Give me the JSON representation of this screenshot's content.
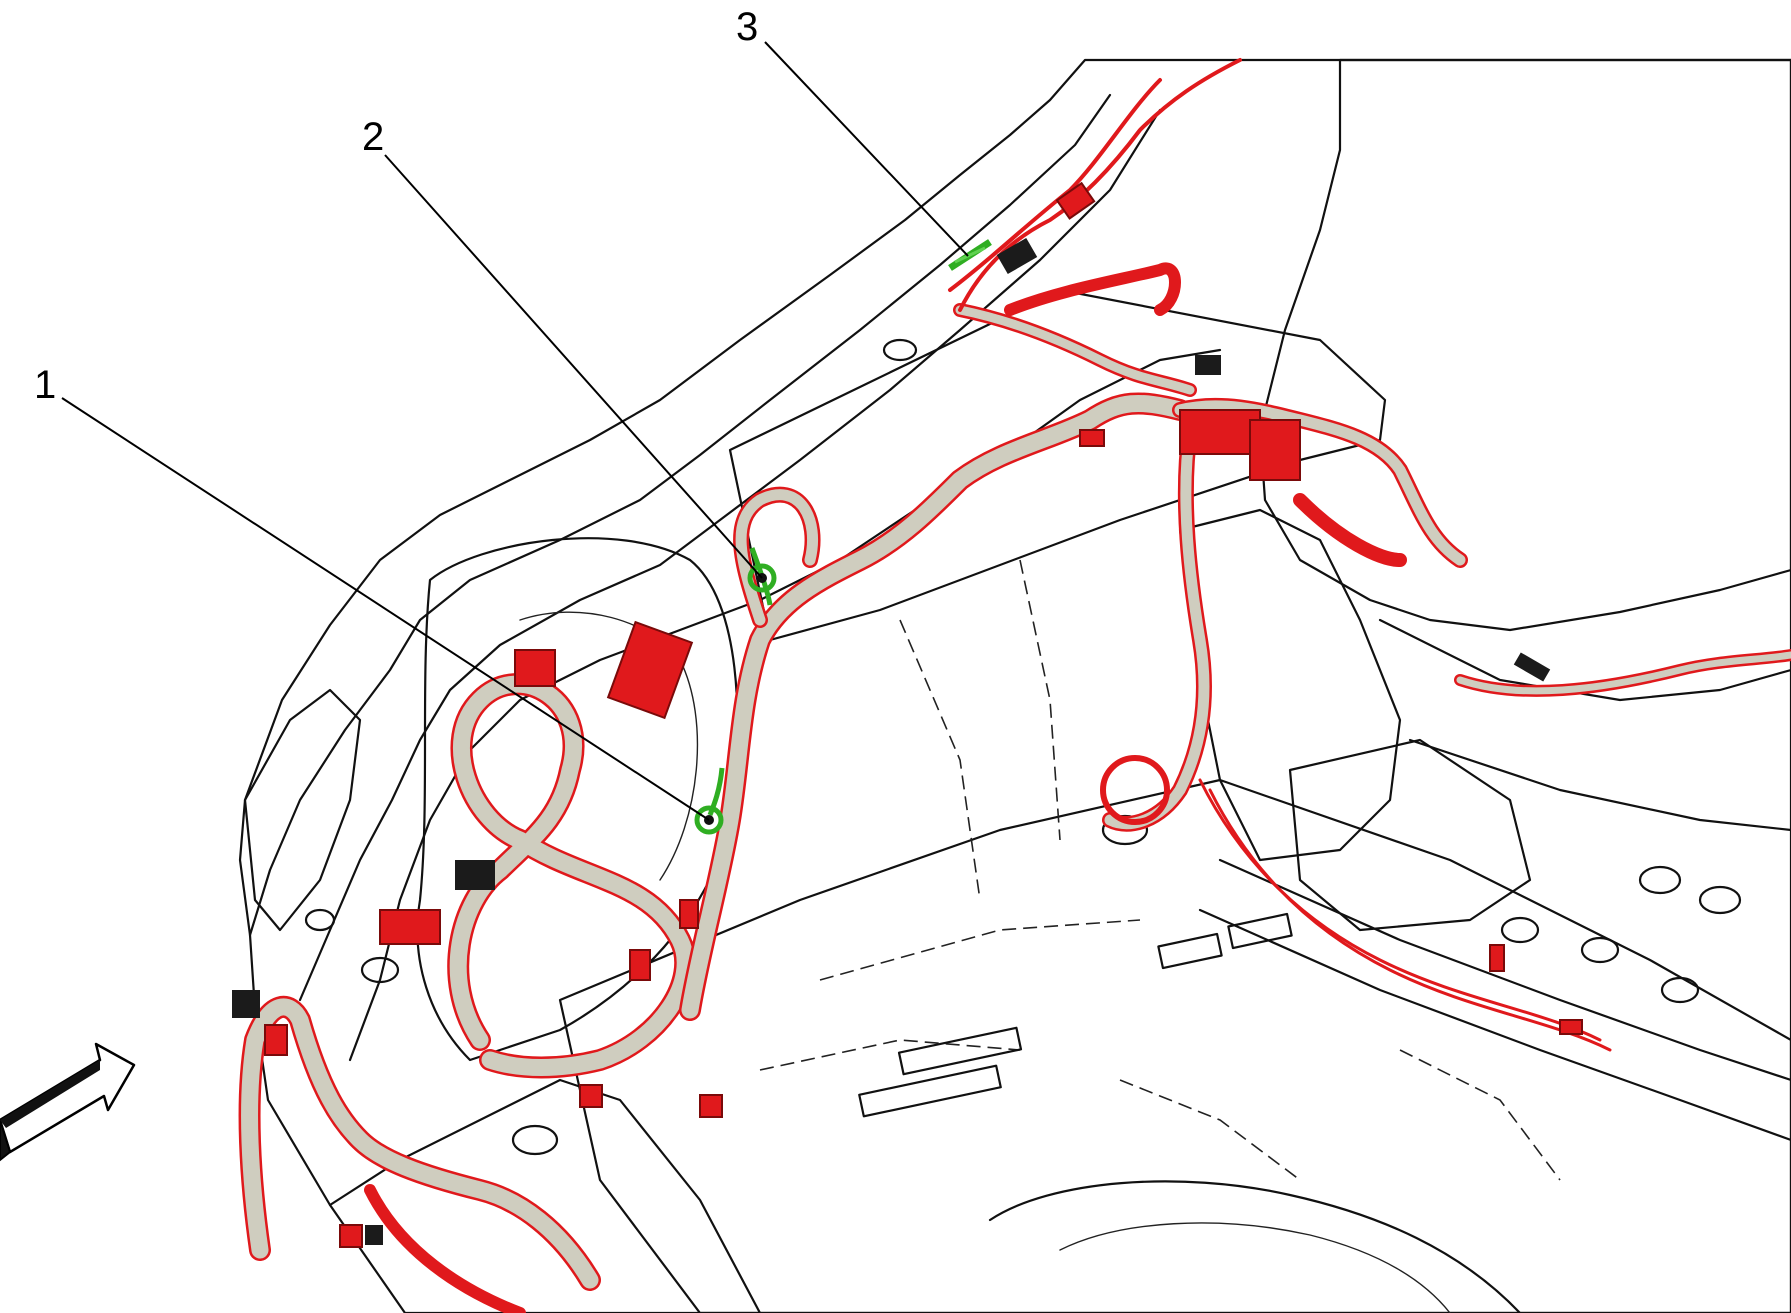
{
  "diagram": {
    "callouts": [
      {
        "id": "1",
        "label": "1"
      },
      {
        "id": "2",
        "label": "2"
      },
      {
        "id": "3",
        "label": "3"
      }
    ],
    "colors": {
      "background": "#ffffff",
      "panel": "#cfcdbf",
      "outline": "#111111",
      "harness": "#e0191c",
      "ground_highlight": "#2fae22",
      "arrow_fill": "#ffffff"
    },
    "icons": {
      "view_arrow": "view-direction-arrow-icon",
      "ground_terminal": "ground-terminal-icon",
      "connector": "connector-icon"
    }
  }
}
